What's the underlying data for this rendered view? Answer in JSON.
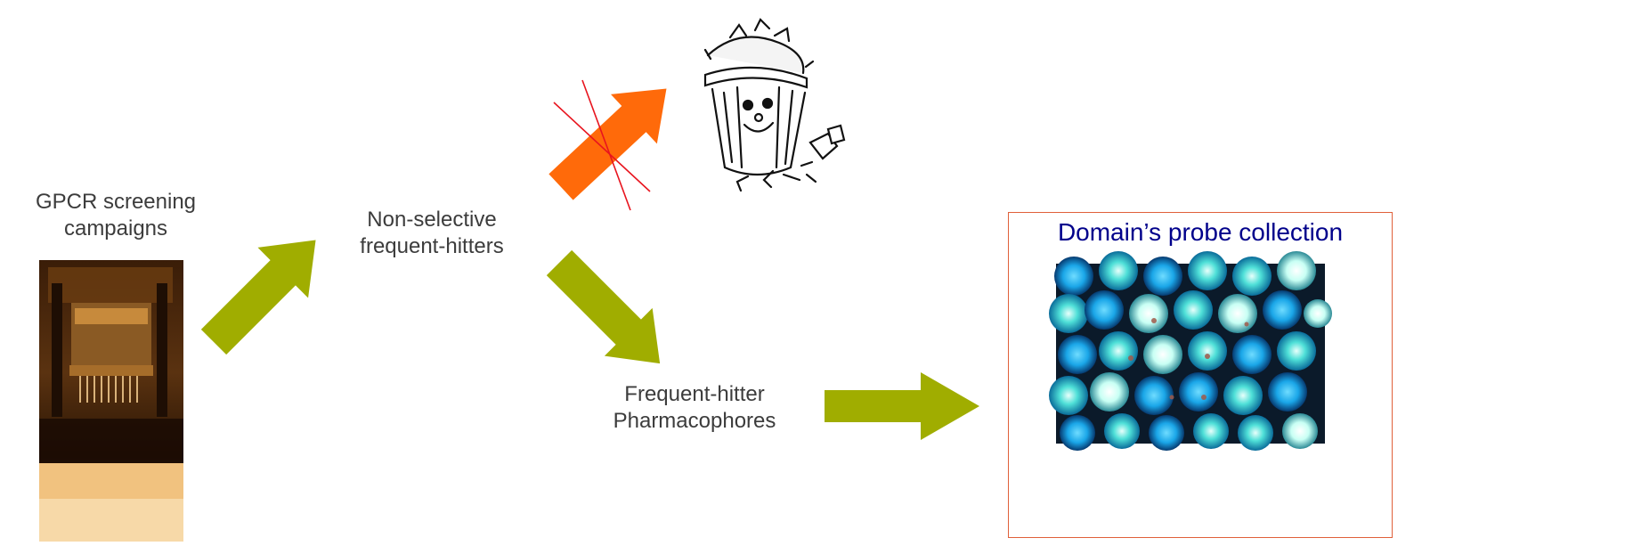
{
  "labels": {
    "gpcr_screening": "GPCR screening\ncampaigns",
    "non_selective": "Non-selective\nfrequent-hitters",
    "pharmacophores": "Frequent-hitter\nPharmacophores"
  },
  "probe_collection": {
    "title": "Domain’s probe collection"
  },
  "colors": {
    "arrow_green": "#a0ad00",
    "arrow_orange": "#ff6a0a",
    "cross_red": "#e8141e",
    "title_blue": "#00008b",
    "box_border": "#e0603a",
    "label_gray": "#3c3c3c"
  },
  "images": {
    "screening_robot": "screening-robot-photo",
    "trash_can": "trash-can-cartoon",
    "probe_vials": "probe-vials-photo"
  }
}
